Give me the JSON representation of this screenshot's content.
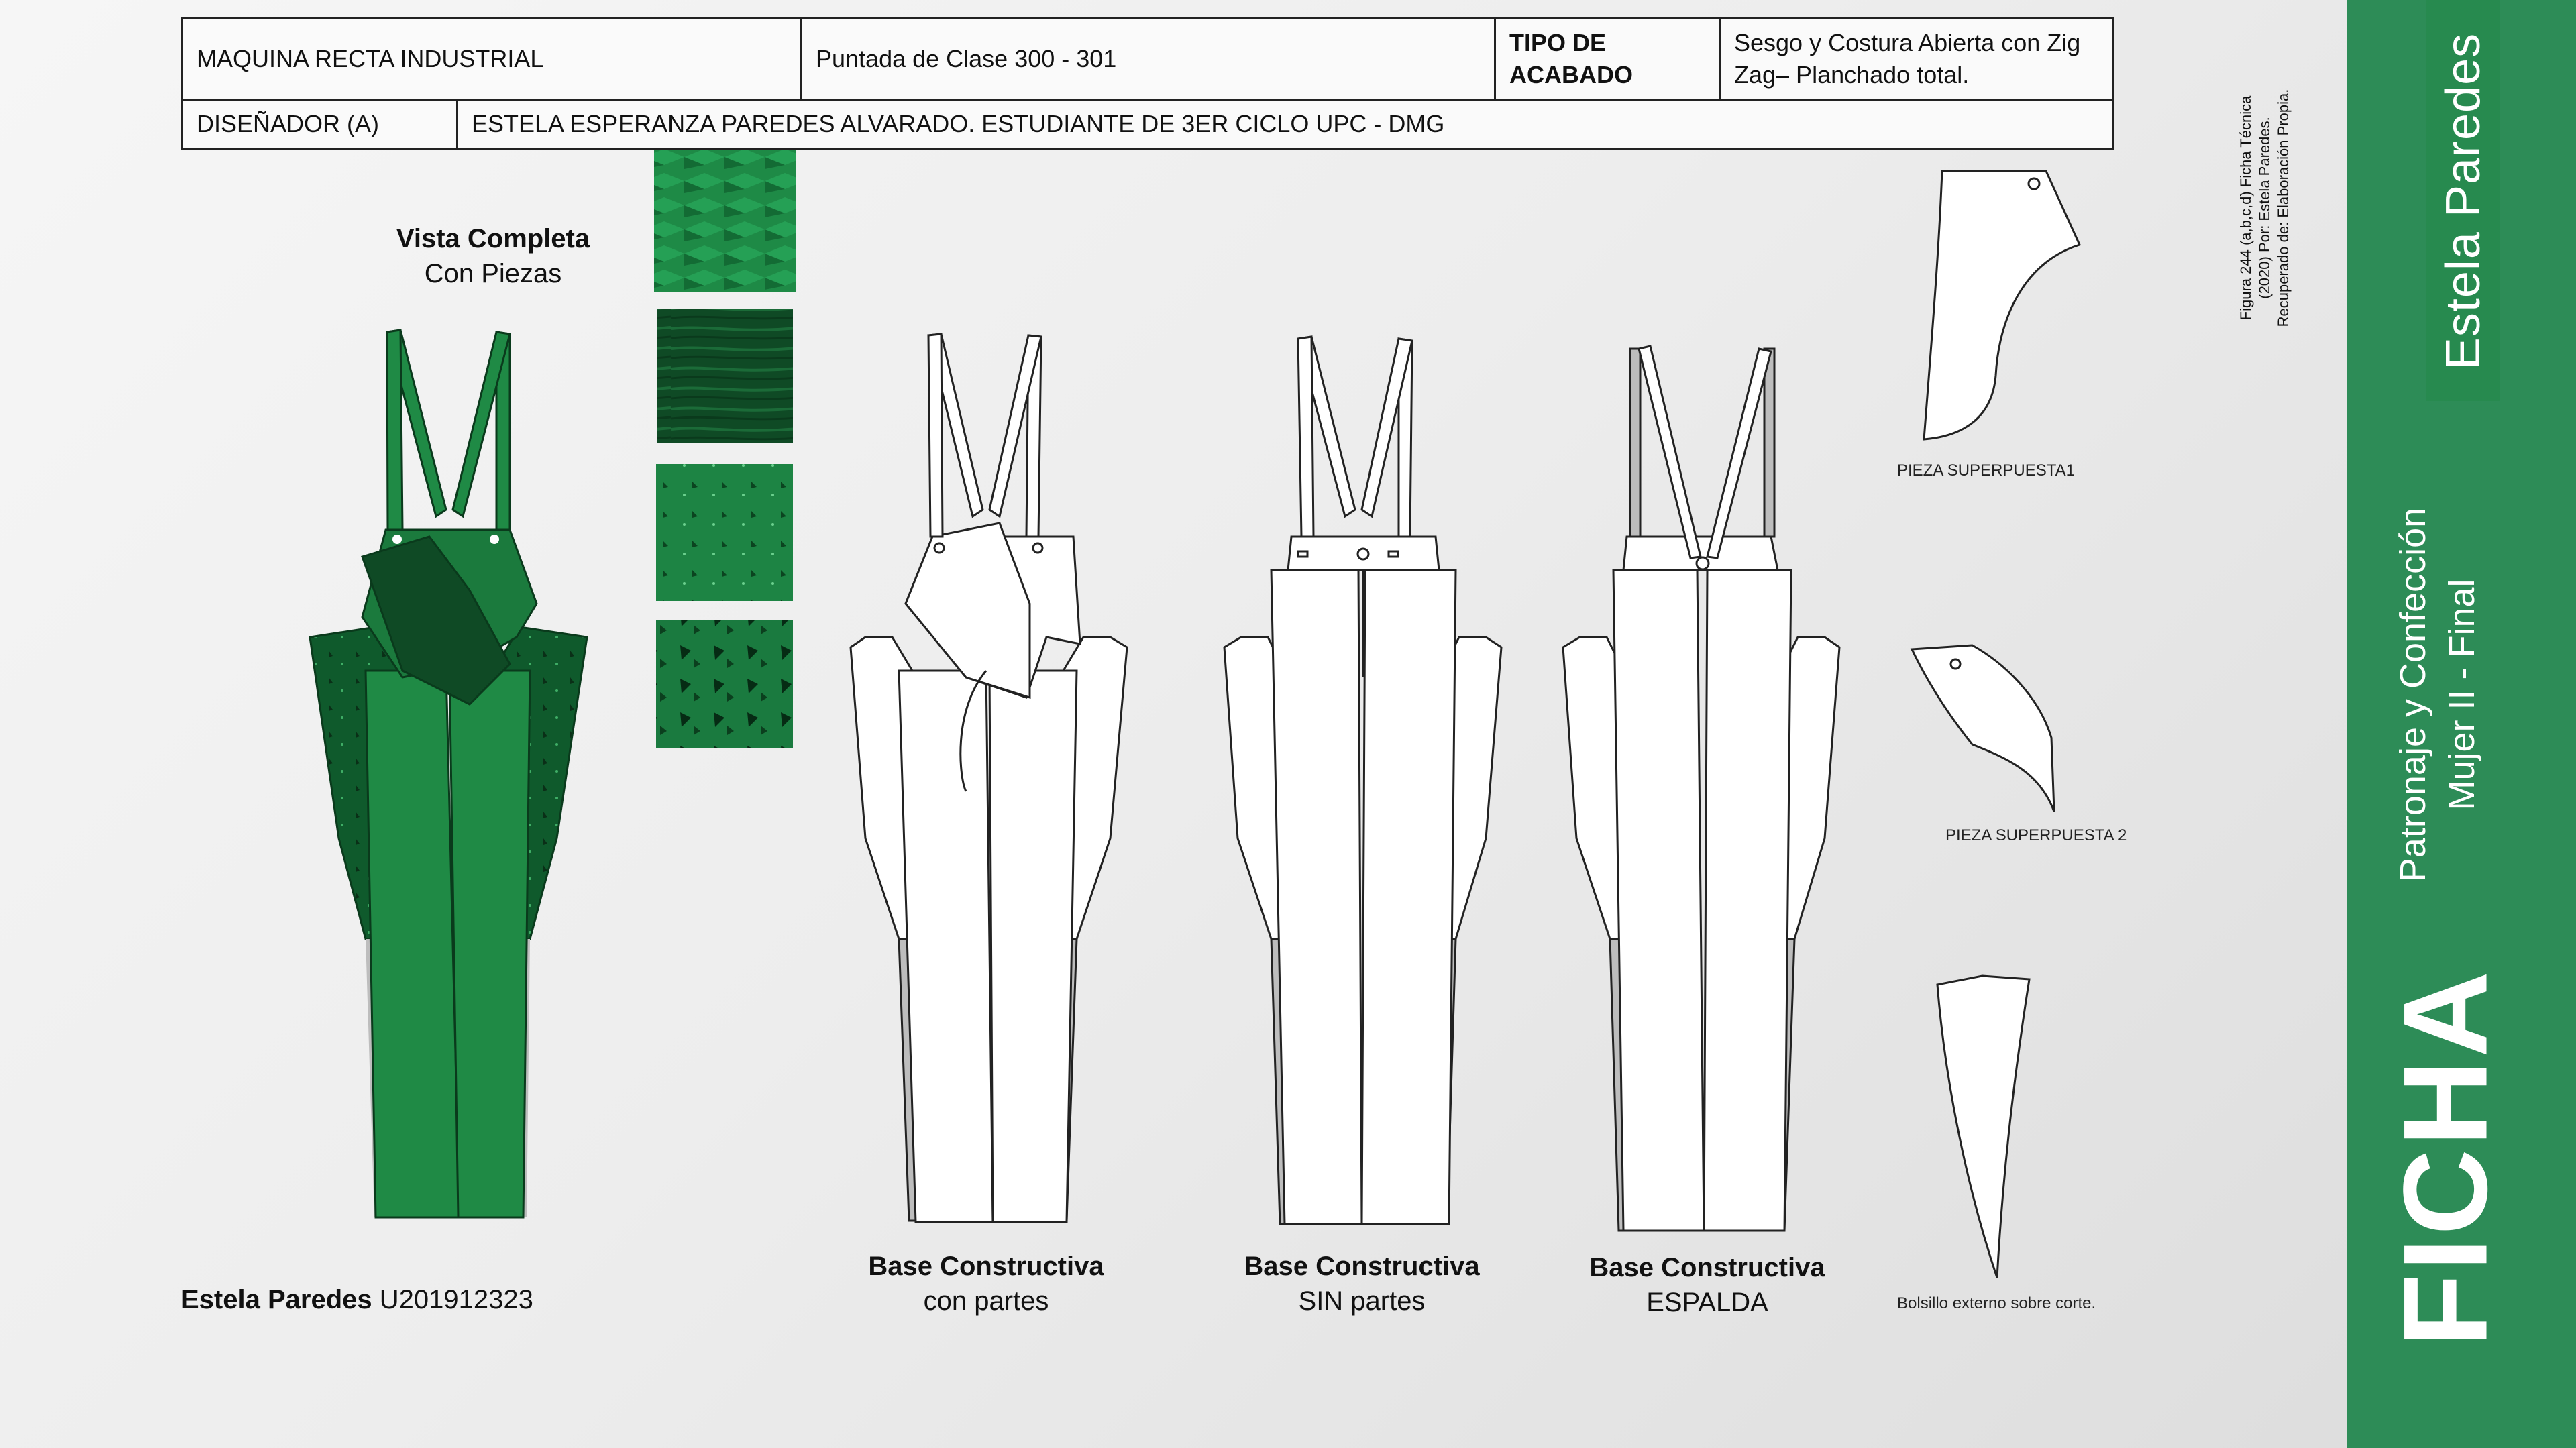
{
  "spec": {
    "machine": "MAQUINA RECTA INDUSTRIAL",
    "stitch": "Puntada de Clase 300 - 301",
    "finish_label": "TIPO DE ACABADO",
    "finish_value": "Sesgo y Costura Abierta con Zig Zag– Planchado total.",
    "designer_label": "DISEÑADOR (A)",
    "designer_value": "ESTELA ESPERANZA PAREDES ALVARADO. ESTUDIANTE DE 3ER CICLO UPC - DMG"
  },
  "views": {
    "full_title": "Vista Completa",
    "full_subtitle": "Con Piezas",
    "base1_title": "Base Constructiva",
    "base1_subtitle": "con partes",
    "base2_title": "Base Constructiva",
    "base2_subtitle": "SIN partes",
    "base3_title": "Base Constructiva",
    "base3_subtitle": "ESPALDA"
  },
  "author": {
    "name": "Estela Paredes",
    "code": "U201912323"
  },
  "pieces": {
    "piece1": "PIEZA SUPERPUESTA1",
    "piece2": "PIEZA SUPERPUESTA 2",
    "pocket": "Bolsillo externo sobre corte."
  },
  "caption": {
    "line1": "Figura 244 (a,b,c,d)  Ficha Técnica",
    "line2": "(2020)  Por:  Estela Paredes.",
    "line3": "Recuperado de:  Elaboración Propia."
  },
  "sidebar": {
    "name": "Estela Paredes",
    "course_line1": "Patronaje y Confección",
    "course_line2": "Mujer II - Final",
    "ficha": "FICHA"
  },
  "colors": {
    "brand_green": "#2d8c57",
    "fabric_green": "#1f8a45",
    "fabric_dark": "#0f4a25"
  }
}
